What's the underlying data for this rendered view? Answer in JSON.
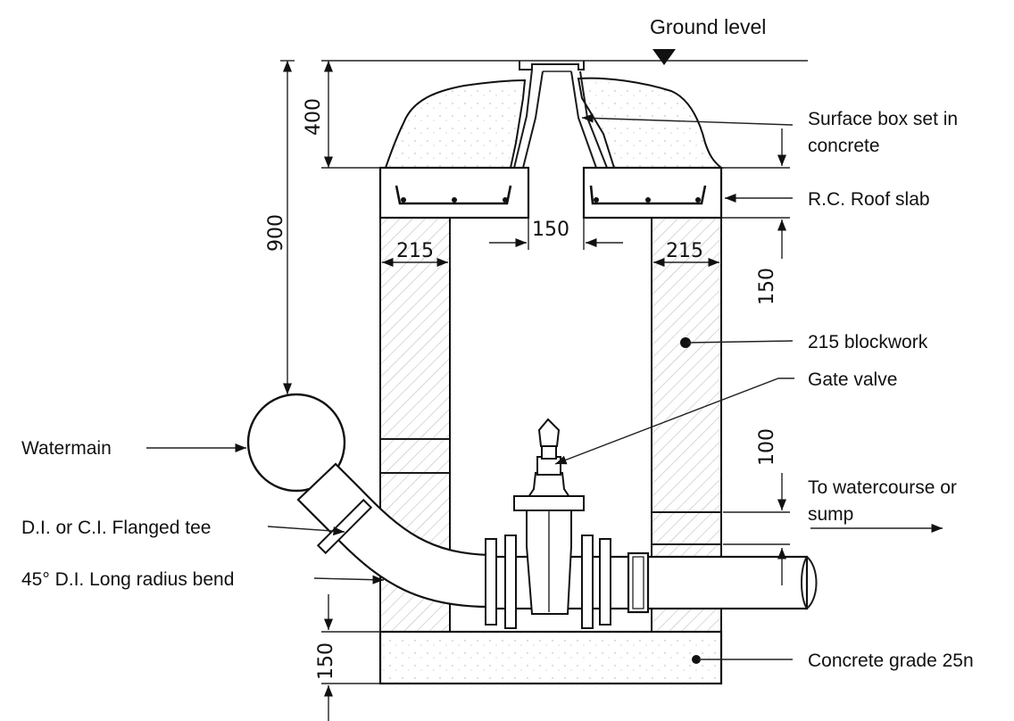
{
  "labels": {
    "ground_level": "Ground level",
    "surface_box": [
      "Surface box set in",
      "concrete"
    ],
    "roof_slab": "R.C. Roof slab",
    "blockwork": "215 blockwork",
    "gate_valve": "Gate valve",
    "watermain": "Watermain",
    "flanged_tee": "D.I. or C.I. Flanged tee",
    "long_radius_bend": "45° D.I. Long radius bend",
    "to_watercourse": [
      "To watercourse or",
      "sump"
    ],
    "concrete_grade": "Concrete grade 25n"
  },
  "dimensions": {
    "depth_400": "400",
    "depth_900": "900",
    "wall_left_215": "215",
    "opening_150": "150",
    "wall_right_215": "215",
    "height_150_upper": "150",
    "height_100": "100",
    "base_150": "150"
  },
  "colors": {
    "line": "#111111",
    "hatch": "#888888",
    "background": "#ffffff"
  }
}
